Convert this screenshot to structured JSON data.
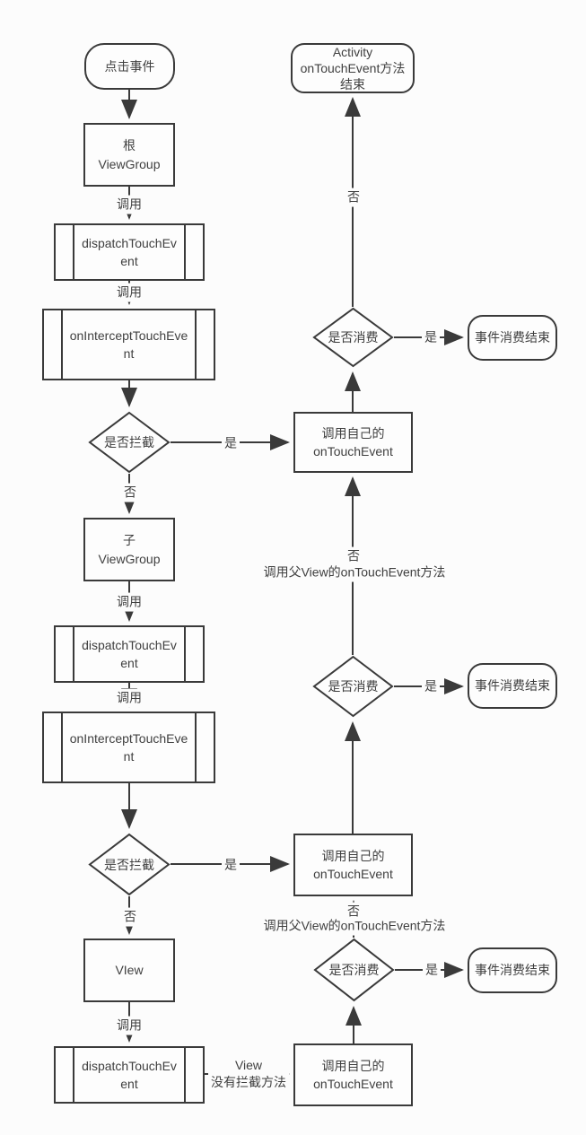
{
  "colors": {
    "line": "#3a3a3a",
    "text": "#3f3f3f",
    "background": "#fcfcfc",
    "node_fill": "#fdfdfd"
  },
  "nodes": {
    "start": {
      "label": "点击事件"
    },
    "root_viewgroup": {
      "label": "根\nViewGroup"
    },
    "dispatch_touch_event_1": {
      "label": "dispatchTouchEvent"
    },
    "on_intercept_touch_event_1": {
      "label": "onInterceptTouchEvent"
    },
    "decision_intercept_1": {
      "label": "是否拦截"
    },
    "child_viewgroup": {
      "label": "子\nViewGroup"
    },
    "dispatch_touch_event_2": {
      "label": "dispatchTouchEvent"
    },
    "on_intercept_touch_event_2": {
      "label": "onInterceptTouchEvent"
    },
    "decision_intercept_2": {
      "label": "是否拦截"
    },
    "view": {
      "label": "VIew"
    },
    "dispatch_touch_event_3": {
      "label": "dispatchTouchEvent"
    },
    "own_on_touch_event_1": {
      "label": "调用自己的\nonTouchEvent"
    },
    "own_on_touch_event_2": {
      "label": "调用自己的\nonTouchEvent"
    },
    "own_on_touch_event_3": {
      "label": "调用自己的\nonTouchEvent"
    },
    "decision_consume_1": {
      "label": "是否消费"
    },
    "decision_consume_2": {
      "label": "是否消费"
    },
    "decision_consume_3": {
      "label": "是否消费"
    },
    "end_consumed_1": {
      "label": "事件消费结束"
    },
    "end_consumed_2": {
      "label": "事件消费结束"
    },
    "end_consumed_3": {
      "label": "事件消费结束"
    },
    "activity_end": {
      "label": "Activity\nonTouchEvent方法\n结束"
    }
  },
  "edge_labels": {
    "call": "调用",
    "yes": "是",
    "no": "否",
    "call_parent_on_touch": "调用父View的onTouchEvent方法",
    "view_no_intercept": "View\n没有拦截方法"
  }
}
